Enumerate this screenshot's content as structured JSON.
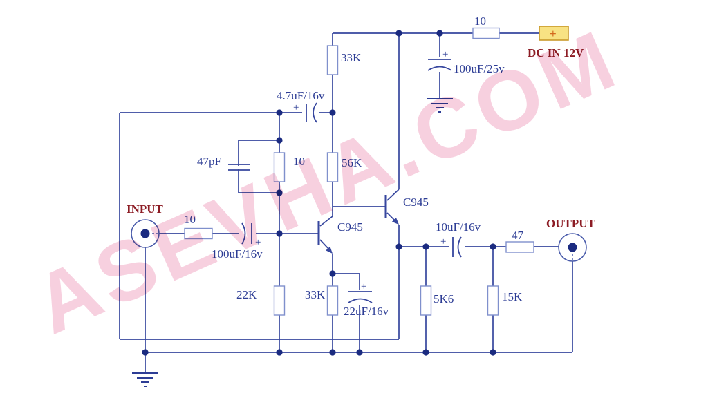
{
  "diagram_type": "analog audio preamplifier schematic, two-transistor",
  "ports": {
    "input_label": "INPUT",
    "output_label": "OUTPUT",
    "dc_label": "DC IN 12V",
    "dc_polarity": "+"
  },
  "transistors": {
    "q1": "C945",
    "q2": "C945"
  },
  "resistors": {
    "supply_series": "10",
    "collector_load": "33K",
    "bias_upper": "56K",
    "feedback_shunt": "10",
    "input_series": "10",
    "base_bias_lower": "22K",
    "q1_emitter": "33K",
    "q2_emitter_load": "5K6",
    "output_series": "47",
    "output_load": "15K"
  },
  "capacitors": {
    "supply_filter": "100uF/25v",
    "bootstrap_feedback": "4.7uF/16v",
    "compensation": "47pF",
    "input_coupling": "100uF/16v",
    "emitter_bypass": "22uF/16v",
    "output_coupling": "10uF/16v",
    "polarity_mark": "+"
  },
  "watermark": {
    "text": "ASEVHA.COM"
  },
  "colors": {
    "wire": "#36469e",
    "junction_dot": "#1b2b80",
    "resistor_outline": "#7f90cc",
    "value_label": "#2d3d95",
    "port_label": "#8c1c24",
    "dc_box_fill": "#f8e283",
    "dc_box_border": "#c9992b",
    "dc_plus": "#d4691e",
    "watermark_pink": "#f0a2c0"
  }
}
